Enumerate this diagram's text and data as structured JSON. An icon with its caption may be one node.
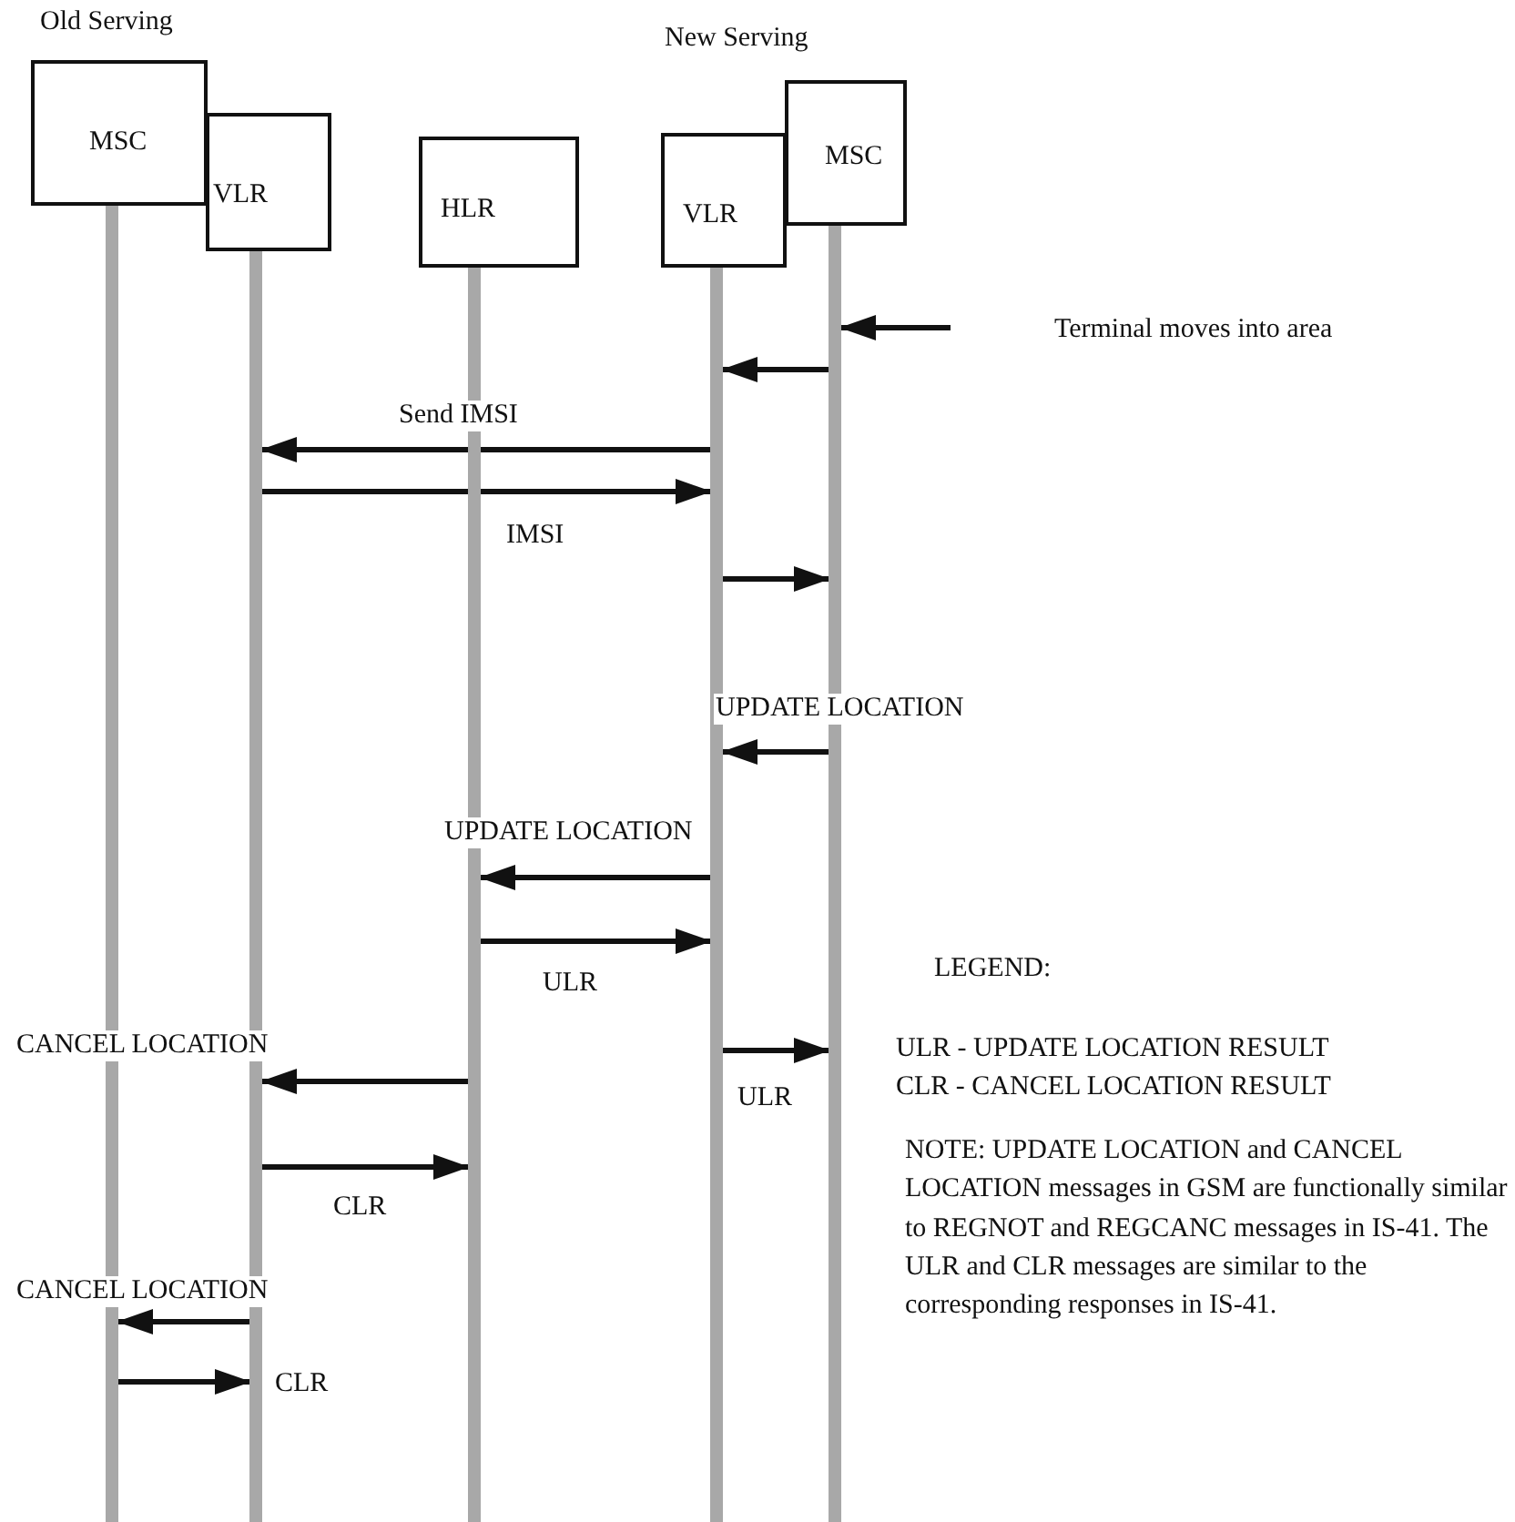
{
  "diagram": {
    "nodes": [
      {
        "text": [
          "MSC"
        ]
      },
      {
        "text": [
          "VLR"
        ]
      },
      {
        "text": [
          "HLR"
        ]
      },
      {
        "text": [
          "VLR"
        ]
      },
      {
        "text": [
          "MSC"
        ]
      },
      {
        "text": [],
        "shape": "bar"
      },
      {
        "text": [],
        "shape": "bar"
      },
      {
        "text": [],
        "shape": "bar"
      },
      {
        "text": [],
        "shape": "bar"
      },
      {
        "text": [],
        "shape": "bar"
      }
    ],
    "edges": [
      {
        "from": null,
        "to": 9,
        "arrow": "to",
        "label": "Terminal moves into area"
      },
      {
        "from": 9,
        "to": 8,
        "arrow": "to"
      },
      {
        "from": 8,
        "to": 6,
        "arrow": "to",
        "label": "Send IMSI"
      },
      {
        "from": 6,
        "to": 8,
        "arrow": "to",
        "label": "IMSI"
      },
      {
        "from": 8,
        "to": 9,
        "arrow": "to"
      },
      {
        "from": 9,
        "to": 8,
        "arrow": "to",
        "label": "UPDATE LOCATION"
      },
      {
        "from": 8,
        "to": 7,
        "arrow": "to",
        "label": "UPDATE LOCATION"
      },
      {
        "from": 7,
        "to": 8,
        "arrow": "to",
        "label": "ULR"
      },
      {
        "from": 8,
        "to": 9,
        "arrow": "to",
        "label": "ULR"
      },
      {
        "from": 7,
        "to": 6,
        "arrow": "to",
        "label": "CANCEL LOCATION"
      },
      {
        "from": 6,
        "to": 7,
        "arrow": "to",
        "label": "CLR"
      },
      {
        "from": 6,
        "to": 5,
        "arrow": "to",
        "label": "CANCEL LOCATION"
      },
      {
        "from": 5,
        "to": 6,
        "arrow": "to",
        "label": "CLR"
      }
    ],
    "labels": [
      "Old Serving",
      "New Serving",
      "LEGEND:",
      "ULR - UPDATE LOCATION RESULT",
      "CLR - CANCEL LOCATION RESULT",
      "NOTE: UPDATE LOCATION and CANCEL LOCATION messages in GSM are functionally similar to REGNOT and REGCANC messages in IS-41. The ULR and CLR messages are similar to the corresponding responses in IS-41."
    ]
  }
}
